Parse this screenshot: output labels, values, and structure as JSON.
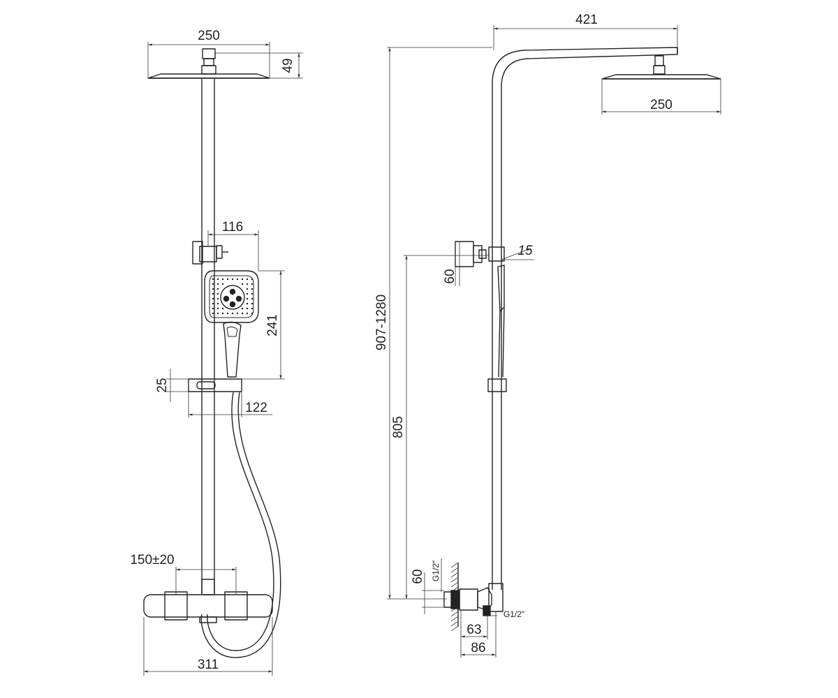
{
  "front_view": {
    "head_width": "250",
    "head_height": "49",
    "handset_offset": "116",
    "handset_length": "241",
    "holder_height": "25",
    "holder_width": "122",
    "valve_spacing": "150±20",
    "valve_width": "311"
  },
  "side_view": {
    "arm_length": "421",
    "head_width": "250",
    "height_range": "907-1280",
    "bracket_height": "60",
    "bracket_angle": "15",
    "outlet_height": "805",
    "inlet_height": "60",
    "inlet_thread": "G1/2\"",
    "outlet_thread": "G1/2\"",
    "projection_1": "63",
    "projection_2": "86"
  }
}
